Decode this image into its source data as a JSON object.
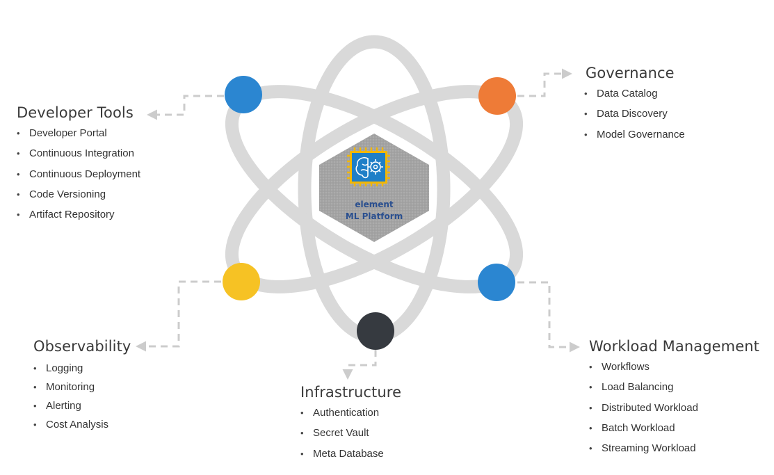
{
  "center": {
    "line1": "element",
    "line2": "ML Platform"
  },
  "groups": [
    {
      "id": "developer-tools",
      "title": "Developer Tools",
      "color": "#2b86d1",
      "items": [
        "Developer Portal",
        "Continuous Integration",
        "Continuous Deployment",
        "Code Versioning",
        "Artifact Repository"
      ]
    },
    {
      "id": "governance",
      "title": "Governance",
      "color": "#ee7b37",
      "items": [
        "Data Catalog",
        "Data Discovery",
        "Model Governance"
      ]
    },
    {
      "id": "observability",
      "title": "Observability",
      "color": "#f6c224",
      "items": [
        "Logging",
        "Monitoring",
        "Alerting",
        "Cost Analysis"
      ]
    },
    {
      "id": "infrastructure",
      "title": "Infrastructure",
      "color": "#363a40",
      "items": [
        "Authentication",
        "Secret Vault",
        "Meta Database"
      ]
    },
    {
      "id": "workload-management",
      "title": "Workload Management",
      "color": "#2b86d1",
      "items": [
        "Workflows",
        "Load Balancing",
        "Distributed Workload",
        "Batch Workload",
        "Streaming Workload"
      ]
    }
  ],
  "bullet_char": "•",
  "colors": {
    "orbit": "#d9d9d9",
    "hexagon": "#9e9e9e",
    "chip_body": "#1f7fc7",
    "chip_pins": "#f2b705",
    "connector": "#cccccc"
  },
  "icons": {
    "center": "brain-chip-icon"
  }
}
